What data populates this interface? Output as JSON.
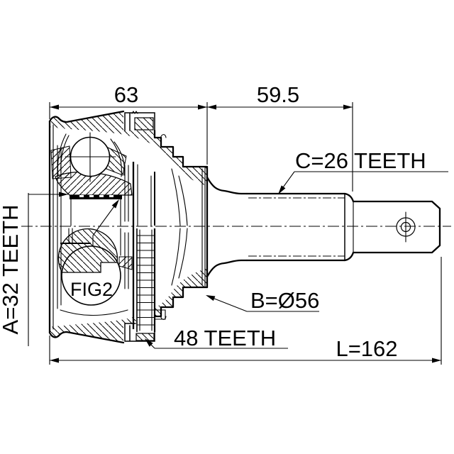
{
  "background": "#ffffff",
  "ink_color": "#000000",
  "labels": {
    "dim_top_left": "63",
    "dim_top_right": "59.5",
    "spline_a": "A=32 TEETH",
    "spline_c": "C=26 TEETH",
    "ring_teeth": "48 TEETH",
    "diameter_b": "B=Ø56",
    "length_l": "L=162",
    "detail_ref": "FIG2"
  }
}
